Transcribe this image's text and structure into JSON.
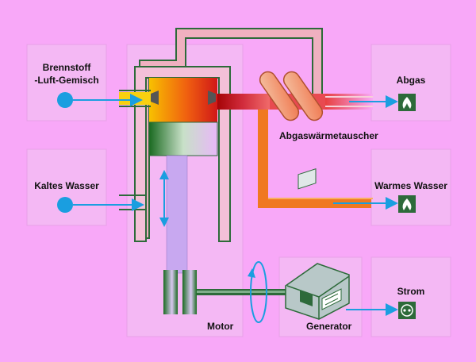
{
  "colors": {
    "background": "#f8a8f8",
    "panel": "#f4b8f4",
    "panel_border": "#e8a0e8",
    "arrow": "#1a9ee0",
    "pipe_outline": "#2d6a3a",
    "exhaust_pipe": "#f0b0c0",
    "warm_water": "#f07820",
    "exhaust_gas": "#c02020",
    "engine_block": "#e8a8f8"
  },
  "labels": {
    "fuel_mix_line1": "Brennstoff",
    "fuel_mix_line2": "-Luft-Gemisch",
    "cold_water": "Kaltes Wasser",
    "exhaust": "Abgas",
    "exhaust_heat_exchanger": "Abgaswärmetauscher",
    "warm_water": "Warmes Wasser",
    "motor": "Motor",
    "generator": "Generator",
    "power": "Strom"
  },
  "icons": {
    "fuel_source": "blue-circle-icon",
    "water_source": "blue-circle-icon",
    "exhaust": "flame-icon",
    "warm_water": "flame-icon",
    "power": "power-plug-icon",
    "rotation": "rotation-arrow-icon",
    "piston_stroke": "double-arrow-icon"
  }
}
